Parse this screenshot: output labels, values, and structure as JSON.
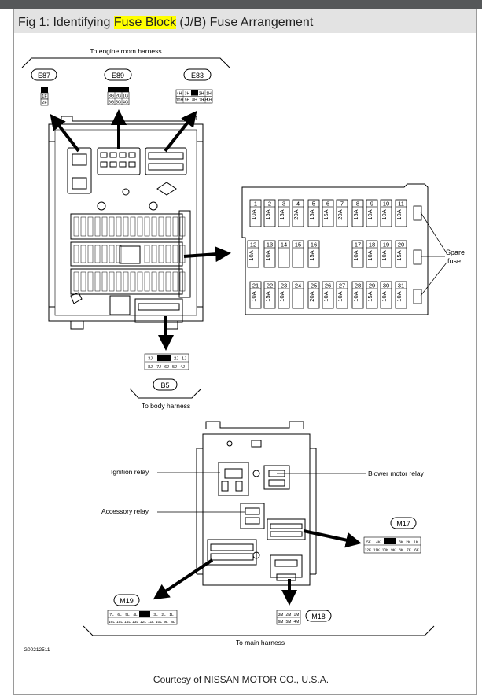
{
  "title": {
    "prefix": "Fig 1: Identifying ",
    "highlight": "Fuse Block",
    "suffix": " (J/B) Fuse Arrangement"
  },
  "labels": {
    "engine_room_harness": "To engine room harness",
    "body_harness": "To body harness",
    "main_harness": "To main harness",
    "spare_fuse_line1": "Spare",
    "spare_fuse_line2": "fuse",
    "ignition_relay": "Ignition relay",
    "blower_motor_relay": "Blower motor relay",
    "accessory_relay": "Accessory relay",
    "figure_code": "G00212511",
    "courtesy": "Courtesy of NISSAN MOTOR CO., U.S.A."
  },
  "connectors": {
    "e87": {
      "name": "E87",
      "pins": [
        "1F",
        "2F"
      ]
    },
    "e89": {
      "name": "E89",
      "pins": [
        "3G",
        "2G",
        "1G",
        "6G",
        "5G",
        "4G"
      ]
    },
    "e83": {
      "name": "E83",
      "pins": [
        "4H",
        "3H",
        "2H",
        "1H",
        "10H",
        "9H",
        "8H",
        "7H",
        "6H",
        "5H"
      ]
    },
    "b5": {
      "name": "B5",
      "pins": [
        "3J",
        "2J",
        "1J",
        "8J",
        "7J",
        "6J",
        "5J",
        "4J"
      ]
    },
    "m17": {
      "name": "M17",
      "pins": [
        "5K",
        "4K",
        "3K",
        "2K",
        "1K",
        "12K",
        "11K",
        "10K",
        "9K",
        "8K",
        "7K",
        "6K"
      ]
    },
    "m18": {
      "name": "M18",
      "pins": [
        "3M",
        "2M",
        "1M",
        "6M",
        "5M",
        "4M"
      ]
    },
    "m19": {
      "name": "M19",
      "pins": [
        "7L",
        "6L",
        "5L",
        "4L",
        "3L",
        "2L",
        "1L",
        "16L",
        "15L",
        "14L",
        "13L",
        "12L",
        "11L",
        "10L",
        "9L",
        "8L"
      ]
    }
  },
  "fuse_rows": [
    [
      {
        "num": "1",
        "amp": "10A"
      },
      {
        "num": "2",
        "amp": "15A"
      },
      {
        "num": "3",
        "amp": "15A"
      },
      {
        "num": "4",
        "amp": "20A"
      },
      {
        "num": "5",
        "amp": "15A"
      },
      {
        "num": "6",
        "amp": "15A"
      },
      {
        "num": "7",
        "amp": "20A"
      },
      {
        "num": "8",
        "amp": "15A"
      },
      {
        "num": "9",
        "amp": "10A"
      },
      {
        "num": "10",
        "amp": "10A"
      },
      {
        "num": "11",
        "amp": "10A"
      }
    ],
    [
      {
        "num": "12",
        "amp": "10A"
      },
      {
        "num": "13",
        "amp": "10A"
      },
      {
        "num": "14",
        "amp": ""
      },
      {
        "num": "15",
        "amp": ""
      },
      {
        "num": "16",
        "amp": "15A"
      },
      {
        "num": "17",
        "amp": "10A"
      },
      {
        "num": "18",
        "amp": "10A"
      },
      {
        "num": "19",
        "amp": "10A"
      },
      {
        "num": "20",
        "amp": "15A"
      }
    ],
    [
      {
        "num": "21",
        "amp": "10A"
      },
      {
        "num": "22",
        "amp": "15A"
      },
      {
        "num": "23",
        "amp": "10A"
      },
      {
        "num": "24",
        "amp": ""
      },
      {
        "num": "25",
        "amp": "20A"
      },
      {
        "num": "26",
        "amp": "10A"
      },
      {
        "num": "27",
        "amp": "10A"
      },
      {
        "num": "28",
        "amp": "10A"
      },
      {
        "num": "29",
        "amp": "15A"
      },
      {
        "num": "30",
        "amp": "10A"
      },
      {
        "num": "31",
        "amp": "10A"
      }
    ]
  ]
}
